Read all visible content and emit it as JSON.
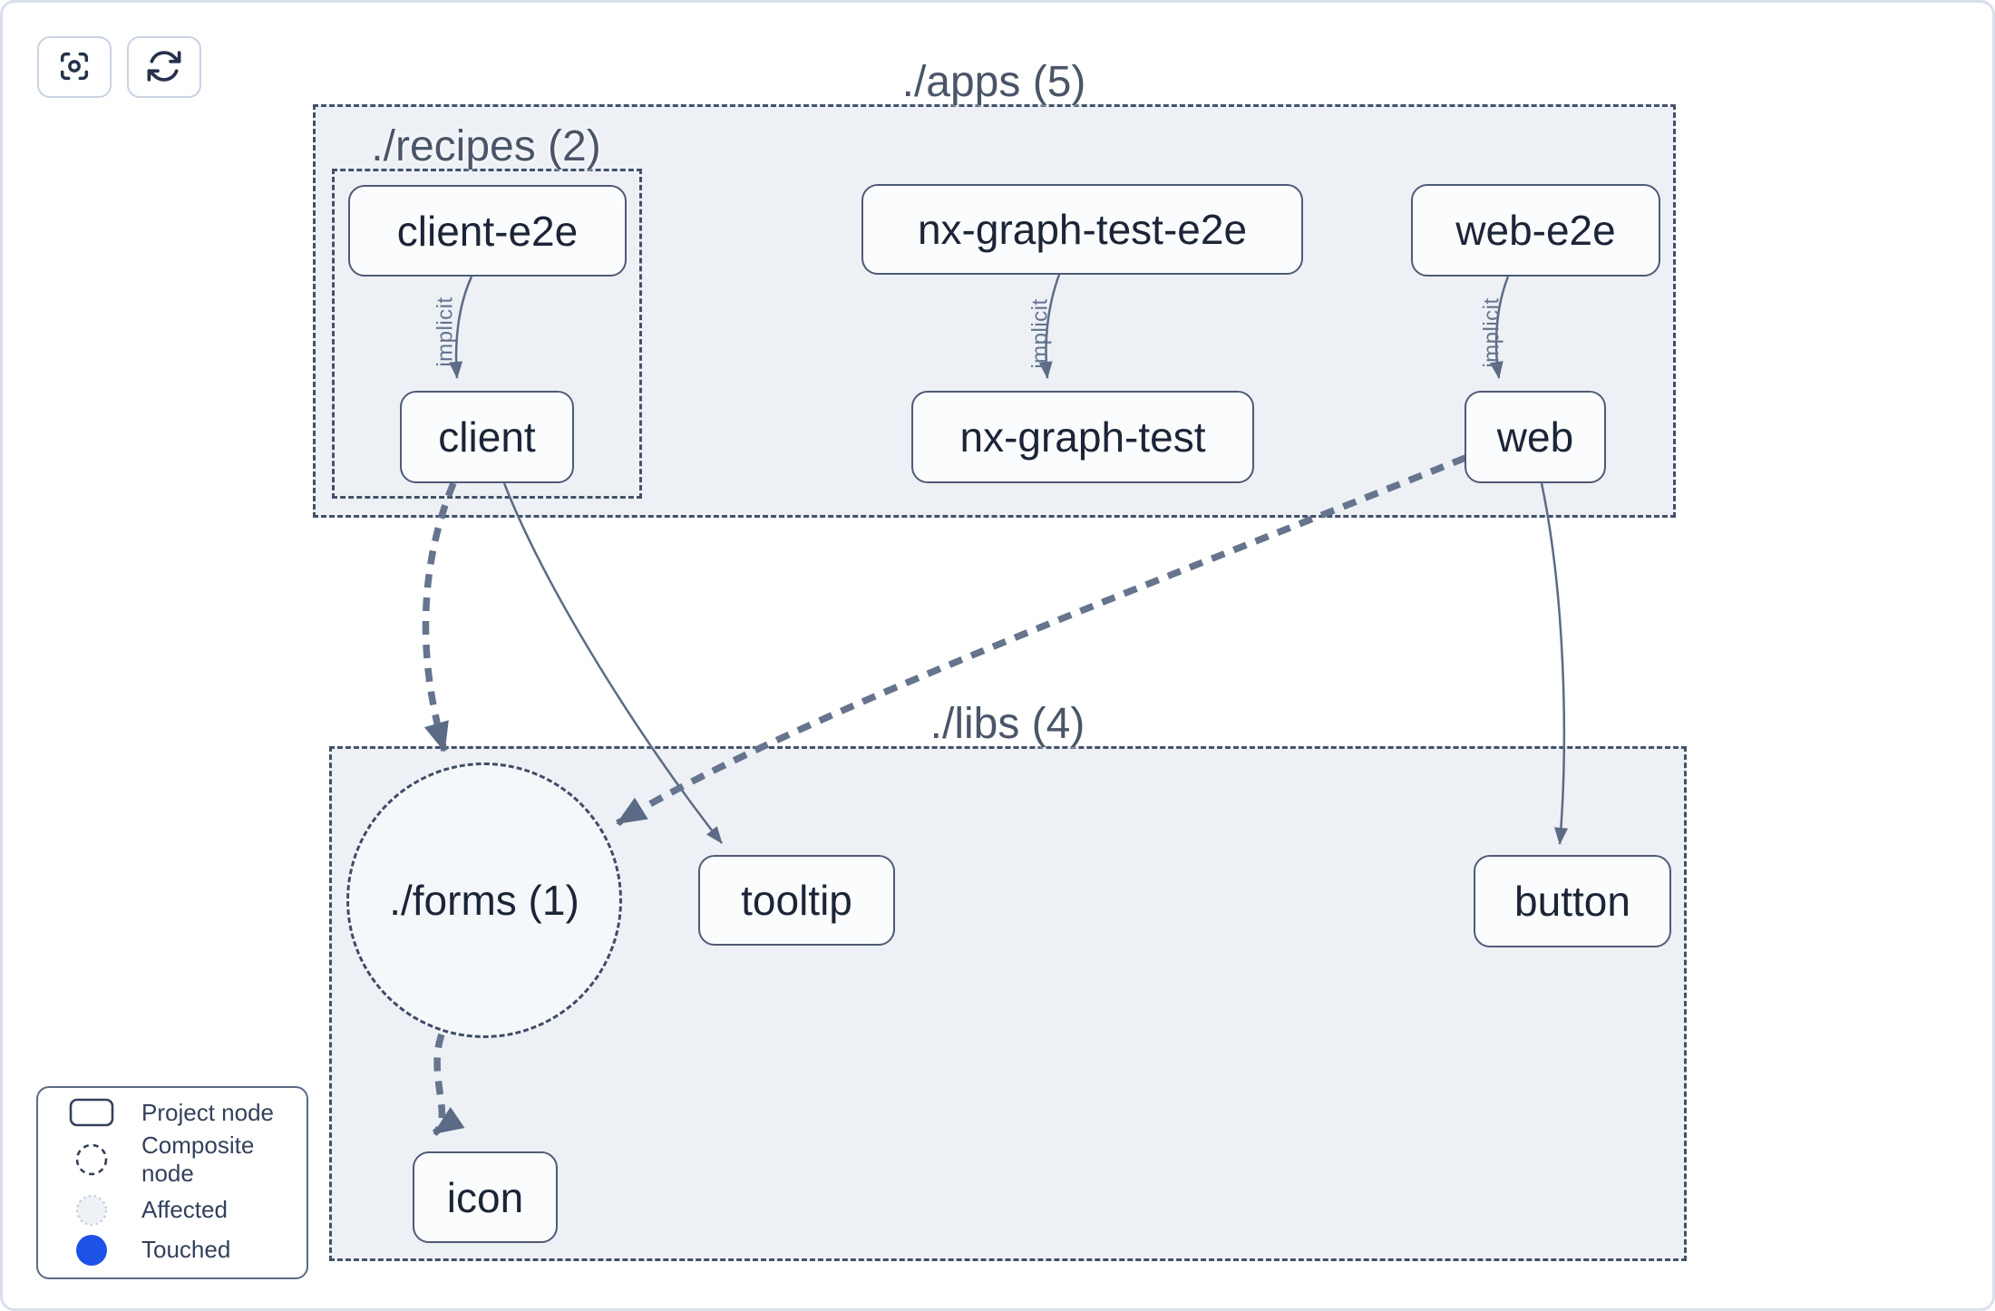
{
  "toolbar": {
    "buttons": [
      {
        "icon": "focus-center-icon",
        "action": "center-graph"
      },
      {
        "icon": "refresh-icon",
        "action": "refresh-graph"
      }
    ]
  },
  "containers": {
    "apps": {
      "label": "./apps (5)"
    },
    "recipes": {
      "label": "./recipes (2)"
    },
    "libs": {
      "label": "./libs (4)"
    },
    "forms": {
      "label": "./forms (1)"
    }
  },
  "nodes": {
    "client-e2e": {
      "label": "client-e2e"
    },
    "client": {
      "label": "client"
    },
    "nx-graph-test-e2e": {
      "label": "nx-graph-test-e2e"
    },
    "nx-graph-test": {
      "label": "nx-graph-test"
    },
    "web-e2e": {
      "label": "web-e2e"
    },
    "web": {
      "label": "web"
    },
    "tooltip": {
      "label": "tooltip"
    },
    "button": {
      "label": "button"
    },
    "icon": {
      "label": "icon"
    }
  },
  "edges": [
    {
      "source": "client-e2e",
      "target": "client",
      "label": "implicit",
      "style": "solid"
    },
    {
      "source": "nx-graph-test-e2e",
      "target": "nx-graph-test",
      "label": "implicit",
      "style": "solid"
    },
    {
      "source": "web-e2e",
      "target": "web",
      "label": "implicit",
      "style": "solid"
    },
    {
      "source": "client",
      "target": "./forms (1)",
      "label": "",
      "style": "thick-dashed"
    },
    {
      "source": "client",
      "target": "tooltip",
      "label": "",
      "style": "solid"
    },
    {
      "source": "web",
      "target": "./forms (1)",
      "label": "",
      "style": "thick-dashed"
    },
    {
      "source": "web",
      "target": "button",
      "label": "",
      "style": "solid"
    },
    {
      "source": "./forms (1)",
      "target": "icon",
      "label": "",
      "style": "thick-dashed"
    }
  ],
  "legend": {
    "items": [
      {
        "swatch": "project-node-swatch",
        "label": "Project node"
      },
      {
        "swatch": "composite-node-swatch",
        "label": "Composite node"
      },
      {
        "swatch": "affected-swatch",
        "label": "Affected"
      },
      {
        "swatch": "touched-swatch",
        "label": "Touched"
      }
    ]
  },
  "colors": {
    "touched": "#1d52e8",
    "affected_fill": "#eef1f6",
    "container_fill": "#edf1f6",
    "edge": "#64748b",
    "node_border": "#4e5b76"
  }
}
